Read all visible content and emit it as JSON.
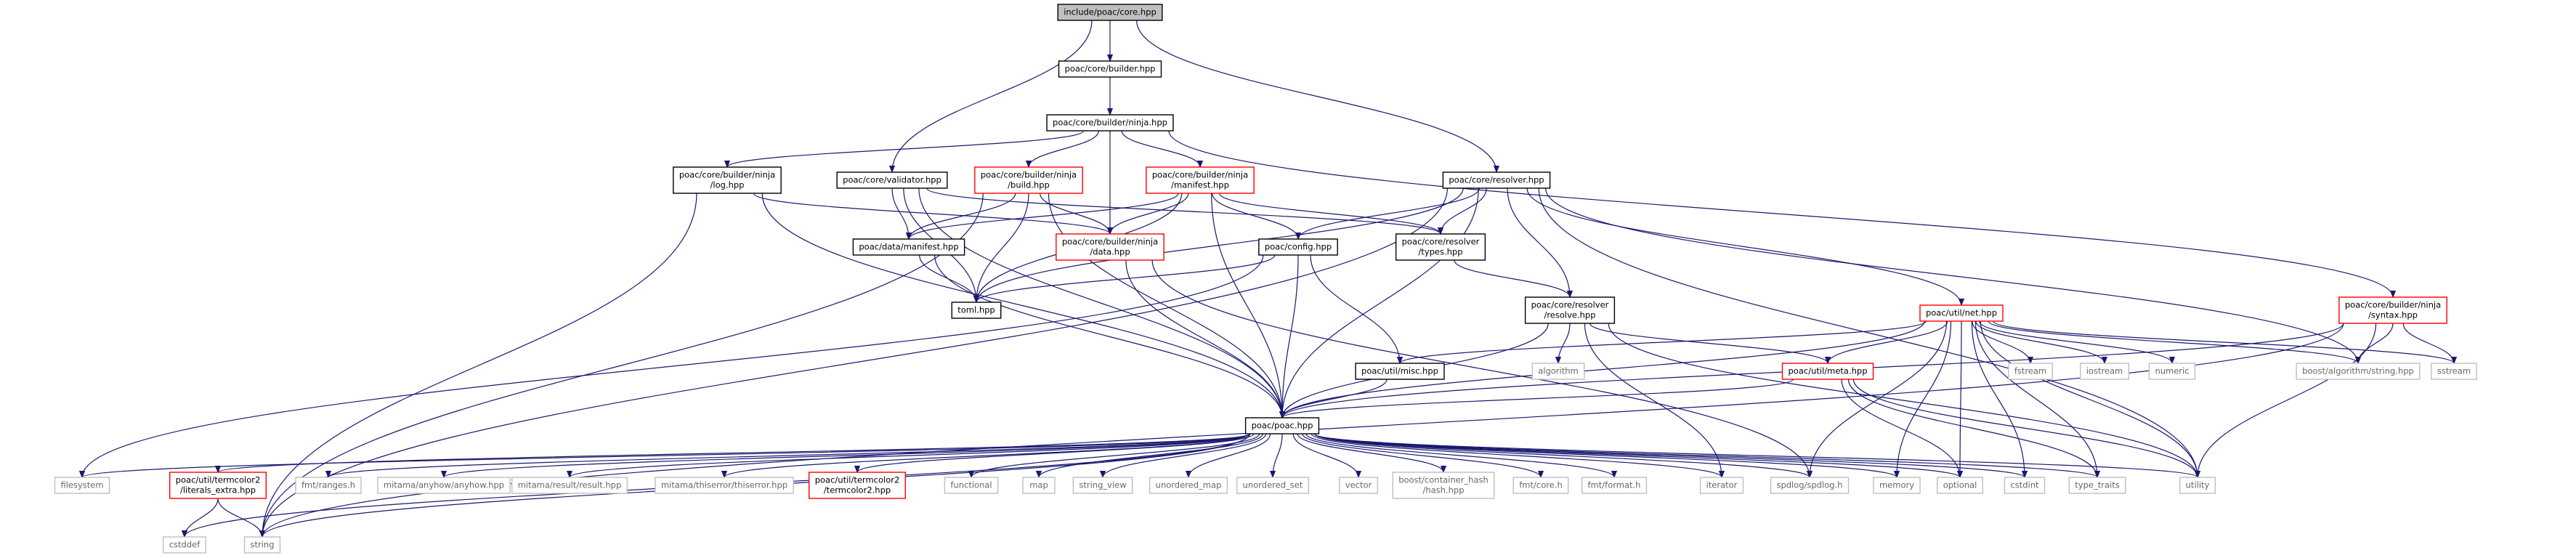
{
  "diagram": {
    "type": "include-dependency-graph",
    "colors": {
      "edge": "#191970",
      "root_fill": "#bfbfbf",
      "root_stroke": "#000000",
      "file_fill": "#ffffff",
      "file_stroke": "#000000",
      "truncated_stroke": "#ff0000",
      "system_stroke": "#bfbfbf",
      "system_text": "#666666",
      "text": "#000000"
    },
    "nodes": [
      {
        "id": "core",
        "lines": [
          "include/poac/core.hpp"
        ],
        "kind": "root"
      },
      {
        "id": "builder",
        "lines": [
          "poac/core/builder.hpp"
        ],
        "kind": "file"
      },
      {
        "id": "builder_ninja",
        "lines": [
          "poac/core/builder/ninja.hpp"
        ],
        "kind": "file"
      },
      {
        "id": "ninja_log",
        "lines": [
          "poac/core/builder/ninja",
          "/log.hpp"
        ],
        "kind": "file"
      },
      {
        "id": "validator",
        "lines": [
          "poac/core/validator.hpp"
        ],
        "kind": "file"
      },
      {
        "id": "ninja_build",
        "lines": [
          "poac/core/builder/ninja",
          "/build.hpp"
        ],
        "kind": "truncated"
      },
      {
        "id": "ninja_manifest",
        "lines": [
          "poac/core/builder/ninja",
          "/manifest.hpp"
        ],
        "kind": "truncated"
      },
      {
        "id": "resolver",
        "lines": [
          "poac/core/resolver.hpp"
        ],
        "kind": "file"
      },
      {
        "id": "data_manifest",
        "lines": [
          "poac/data/manifest.hpp"
        ],
        "kind": "file"
      },
      {
        "id": "ninja_data",
        "lines": [
          "poac/core/builder/ninja",
          "/data.hpp"
        ],
        "kind": "truncated"
      },
      {
        "id": "config",
        "lines": [
          "poac/config.hpp"
        ],
        "kind": "file"
      },
      {
        "id": "resolver_types",
        "lines": [
          "poac/core/resolver",
          "/types.hpp"
        ],
        "kind": "file"
      },
      {
        "id": "toml",
        "lines": [
          "toml.hpp"
        ],
        "kind": "file"
      },
      {
        "id": "resolver_resolve",
        "lines": [
          "poac/core/resolver",
          "/resolve.hpp"
        ],
        "kind": "file"
      },
      {
        "id": "ninja_syntax",
        "lines": [
          "poac/core/builder/ninja",
          "/syntax.hpp"
        ],
        "kind": "truncated"
      },
      {
        "id": "util_net",
        "lines": [
          "poac/util/net.hpp"
        ],
        "kind": "truncated"
      },
      {
        "id": "algorithm",
        "lines": [
          "algorithm"
        ],
        "kind": "system"
      },
      {
        "id": "util_misc",
        "lines": [
          "poac/util/misc.hpp"
        ],
        "kind": "file"
      },
      {
        "id": "util_meta",
        "lines": [
          "poac/util/meta.hpp"
        ],
        "kind": "truncated"
      },
      {
        "id": "fstream",
        "lines": [
          "fstream"
        ],
        "kind": "system"
      },
      {
        "id": "iostream",
        "lines": [
          "iostream"
        ],
        "kind": "system"
      },
      {
        "id": "numeric",
        "lines": [
          "numeric"
        ],
        "kind": "system"
      },
      {
        "id": "boost_string",
        "lines": [
          "boost/algorithm/string.hpp"
        ],
        "kind": "system"
      },
      {
        "id": "sstream",
        "lines": [
          "sstream"
        ],
        "kind": "system"
      },
      {
        "id": "poac",
        "lines": [
          "poac/poac.hpp"
        ],
        "kind": "file"
      },
      {
        "id": "filesystem",
        "lines": [
          "filesystem"
        ],
        "kind": "system"
      },
      {
        "id": "literals_extra",
        "lines": [
          "poac/util/termcolor2",
          "/literals_extra.hpp"
        ],
        "kind": "truncated"
      },
      {
        "id": "fmt_ranges",
        "lines": [
          "fmt/ranges.h"
        ],
        "kind": "system"
      },
      {
        "id": "anyhow",
        "lines": [
          "mitama/anyhow/anyhow.hpp"
        ],
        "kind": "system"
      },
      {
        "id": "result",
        "lines": [
          "mitama/result/result.hpp"
        ],
        "kind": "system"
      },
      {
        "id": "thiserror",
        "lines": [
          "mitama/thiserror/thiserror.hpp"
        ],
        "kind": "system"
      },
      {
        "id": "termcolor2",
        "lines": [
          "poac/util/termcolor2",
          "/termcolor2.hpp"
        ],
        "kind": "truncated"
      },
      {
        "id": "functional",
        "lines": [
          "functional"
        ],
        "kind": "system"
      },
      {
        "id": "map",
        "lines": [
          "map"
        ],
        "kind": "system"
      },
      {
        "id": "string_view",
        "lines": [
          "string_view"
        ],
        "kind": "system"
      },
      {
        "id": "unordered_map",
        "lines": [
          "unordered_map"
        ],
        "kind": "system"
      },
      {
        "id": "unordered_set",
        "lines": [
          "unordered_set"
        ],
        "kind": "system"
      },
      {
        "id": "vector",
        "lines": [
          "vector"
        ],
        "kind": "system"
      },
      {
        "id": "boost_hash",
        "lines": [
          "boost/container_hash",
          "/hash.hpp"
        ],
        "kind": "system"
      },
      {
        "id": "fmt_core",
        "lines": [
          "fmt/core.h"
        ],
        "kind": "system"
      },
      {
        "id": "fmt_format",
        "lines": [
          "fmt/format.h"
        ],
        "kind": "system"
      },
      {
        "id": "iterator",
        "lines": [
          "iterator"
        ],
        "kind": "system"
      },
      {
        "id": "spdlog",
        "lines": [
          "spdlog/spdlog.h"
        ],
        "kind": "system"
      },
      {
        "id": "memory",
        "lines": [
          "memory"
        ],
        "kind": "system"
      },
      {
        "id": "optional",
        "lines": [
          "optional"
        ],
        "kind": "system"
      },
      {
        "id": "cstdint",
        "lines": [
          "cstdint"
        ],
        "kind": "system"
      },
      {
        "id": "type_traits",
        "lines": [
          "type_traits"
        ],
        "kind": "system"
      },
      {
        "id": "utility",
        "lines": [
          "utility"
        ],
        "kind": "system"
      },
      {
        "id": "cstddef",
        "lines": [
          "cstddef"
        ],
        "kind": "system"
      },
      {
        "id": "string",
        "lines": [
          "string"
        ],
        "kind": "system"
      }
    ],
    "edges": [
      [
        "core",
        "builder"
      ],
      [
        "core",
        "validator"
      ],
      [
        "core",
        "resolver"
      ],
      [
        "builder",
        "builder_ninja"
      ],
      [
        "builder_ninja",
        "ninja_log"
      ],
      [
        "builder_ninja",
        "ninja_build"
      ],
      [
        "builder_ninja",
        "ninja_manifest"
      ],
      [
        "builder_ninja",
        "ninja_data"
      ],
      [
        "builder_ninja",
        "ninja_syntax"
      ],
      [
        "ninja_log",
        "ninja_data"
      ],
      [
        "ninja_log",
        "poac"
      ],
      [
        "ninja_log",
        "string"
      ],
      [
        "validator",
        "data_manifest"
      ],
      [
        "validator",
        "resolver_types"
      ],
      [
        "validator",
        "toml"
      ],
      [
        "validator",
        "poac"
      ],
      [
        "ninja_build",
        "ninja_data"
      ],
      [
        "ninja_build",
        "toml"
      ],
      [
        "ninja_build",
        "data_manifest"
      ],
      [
        "ninja_build",
        "poac"
      ],
      [
        "ninja_build",
        "string"
      ],
      [
        "ninja_manifest",
        "ninja_data"
      ],
      [
        "ninja_manifest",
        "config"
      ],
      [
        "ninja_manifest",
        "resolver_types"
      ],
      [
        "ninja_manifest",
        "toml"
      ],
      [
        "ninja_manifest",
        "poac"
      ],
      [
        "ninja_manifest",
        "data_manifest"
      ],
      [
        "resolver",
        "resolver_types"
      ],
      [
        "resolver",
        "config"
      ],
      [
        "resolver",
        "resolver_resolve"
      ],
      [
        "resolver",
        "util_net"
      ],
      [
        "resolver",
        "toml"
      ],
      [
        "resolver",
        "poac"
      ],
      [
        "resolver",
        "boost_string"
      ],
      [
        "resolver",
        "string"
      ],
      [
        "resolver",
        "utility"
      ],
      [
        "data_manifest",
        "toml"
      ],
      [
        "data_manifest",
        "poac"
      ],
      [
        "ninja_data",
        "poac"
      ],
      [
        "ninja_data",
        "spdlog"
      ],
      [
        "config",
        "toml"
      ],
      [
        "config",
        "util_misc"
      ],
      [
        "config",
        "poac"
      ],
      [
        "config",
        "filesystem"
      ],
      [
        "resolver_types",
        "resolver_resolve"
      ],
      [
        "resolver_resolve",
        "algorithm"
      ],
      [
        "resolver_resolve",
        "util_meta"
      ],
      [
        "resolver_resolve",
        "poac"
      ],
      [
        "resolver_resolve",
        "iterator"
      ],
      [
        "resolver_resolve",
        "utility"
      ],
      [
        "ninja_syntax",
        "poac"
      ],
      [
        "ninja_syntax",
        "boost_string"
      ],
      [
        "ninja_syntax",
        "sstream"
      ],
      [
        "ninja_syntax",
        "string"
      ],
      [
        "ninja_syntax",
        "utility"
      ],
      [
        "util_net",
        "util_misc"
      ],
      [
        "util_net",
        "util_meta"
      ],
      [
        "util_net",
        "fstream"
      ],
      [
        "util_net",
        "iostream"
      ],
      [
        "util_net",
        "numeric"
      ],
      [
        "util_net",
        "boost_string"
      ],
      [
        "util_net",
        "sstream"
      ],
      [
        "util_net",
        "poac"
      ],
      [
        "util_net",
        "spdlog"
      ],
      [
        "util_net",
        "memory"
      ],
      [
        "util_net",
        "optional"
      ],
      [
        "util_net",
        "cstdint"
      ],
      [
        "util_net",
        "type_traits"
      ],
      [
        "util_net",
        "utility"
      ],
      [
        "util_misc",
        "poac"
      ],
      [
        "util_meta",
        "poac"
      ],
      [
        "util_meta",
        "optional"
      ],
      [
        "util_meta",
        "type_traits"
      ],
      [
        "util_meta",
        "utility"
      ],
      [
        "poac",
        "filesystem"
      ],
      [
        "poac",
        "literals_extra"
      ],
      [
        "poac",
        "fmt_ranges"
      ],
      [
        "poac",
        "anyhow"
      ],
      [
        "poac",
        "result"
      ],
      [
        "poac",
        "thiserror"
      ],
      [
        "poac",
        "termcolor2"
      ],
      [
        "poac",
        "functional"
      ],
      [
        "poac",
        "map"
      ],
      [
        "poac",
        "string_view"
      ],
      [
        "poac",
        "unordered_map"
      ],
      [
        "poac",
        "unordered_set"
      ],
      [
        "poac",
        "vector"
      ],
      [
        "poac",
        "boost_hash"
      ],
      [
        "poac",
        "fmt_core"
      ],
      [
        "poac",
        "fmt_format"
      ],
      [
        "poac",
        "iterator"
      ],
      [
        "poac",
        "spdlog"
      ],
      [
        "poac",
        "memory"
      ],
      [
        "poac",
        "optional"
      ],
      [
        "poac",
        "cstdint"
      ],
      [
        "poac",
        "type_traits"
      ],
      [
        "poac",
        "utility"
      ],
      [
        "poac",
        "cstddef"
      ],
      [
        "poac",
        "string"
      ],
      [
        "literals_extra",
        "cstddef"
      ],
      [
        "literals_extra",
        "string"
      ]
    ]
  }
}
